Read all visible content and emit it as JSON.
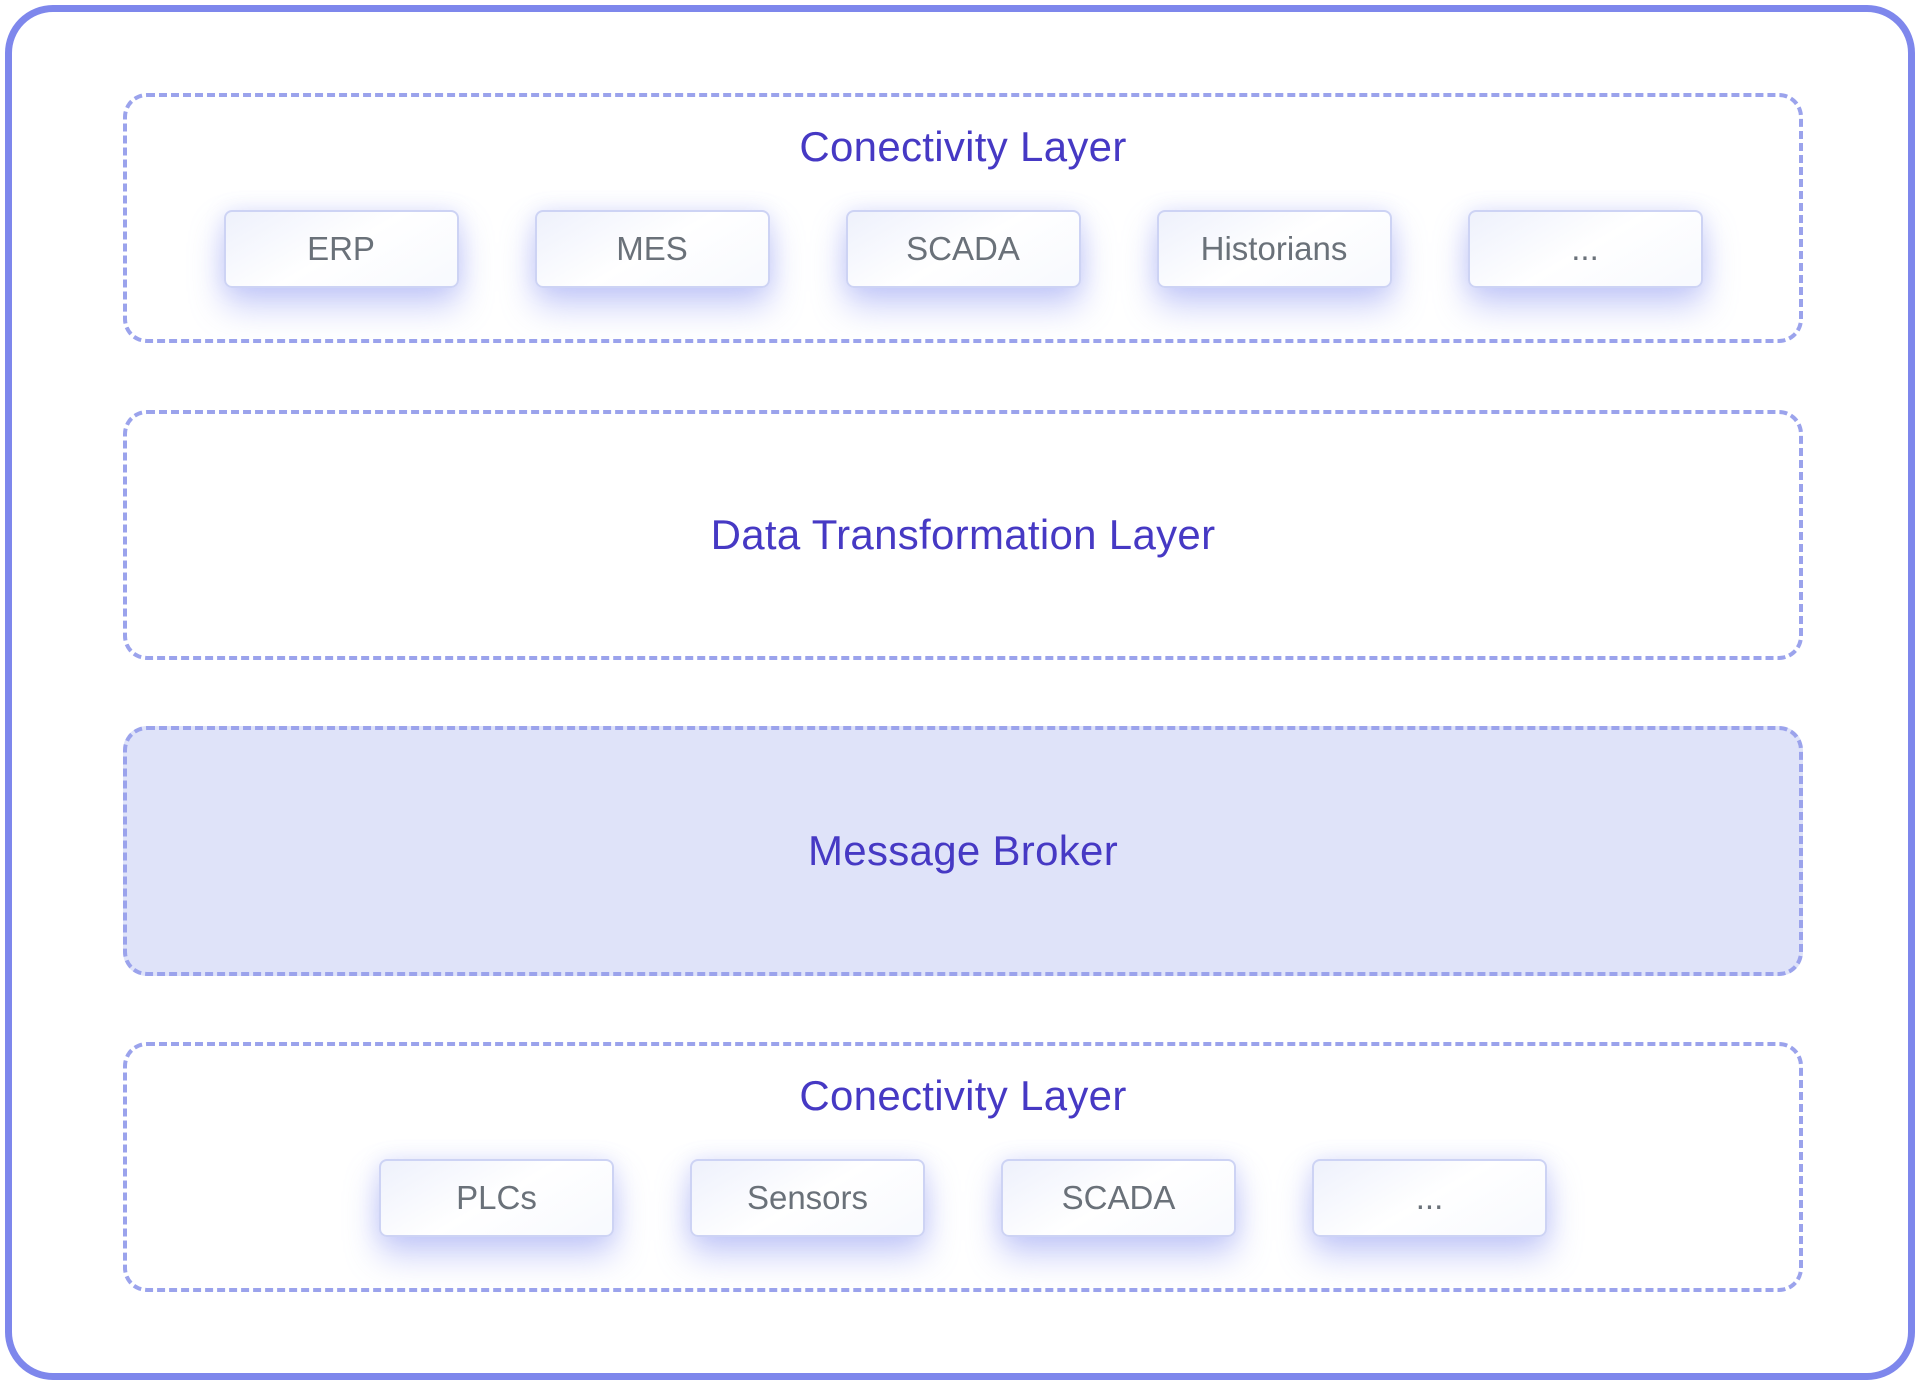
{
  "layers": [
    {
      "id": "connectivity-top",
      "title": "Conectivity Layer",
      "items": [
        "ERP",
        "MES",
        "SCADA",
        "Historians",
        "..."
      ]
    },
    {
      "id": "data-transformation",
      "title": "Data Transformation Layer",
      "items": []
    },
    {
      "id": "message-broker",
      "title": "Message Broker",
      "items": []
    },
    {
      "id": "connectivity-bottom",
      "title": "Conectivity Layer",
      "items": [
        "PLCs",
        "Sensors",
        "SCADA",
        "..."
      ]
    }
  ],
  "colors": {
    "outer_border": "#7e87ec",
    "dashed_border": "#9ba3ec",
    "title_text": "#4639c4",
    "component_text": "#6a7179",
    "component_border": "#cdd3f4",
    "broker_fill": "#dfe3f9"
  }
}
